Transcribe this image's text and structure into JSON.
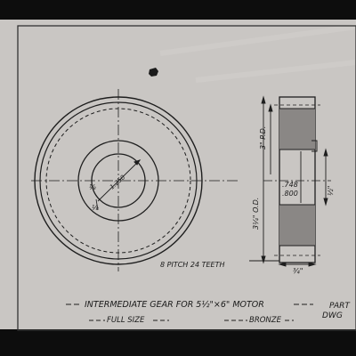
{
  "drawing": {
    "title": "INTERMEDIATE GEAR FOR 5½\"×6\" MOTOR",
    "scale": "FULL SIZE",
    "material": "BRONZE",
    "part_label": "PART",
    "dwg_label": "DWG",
    "gear_spec": "8 PITCH 24 TEETH",
    "dims": {
      "pitch_dia": "3\" P.D.",
      "outside_dia": "3¼\" O.D.",
      "bore_a": ".748",
      "bore_b": ".800",
      "half": "½\"",
      "face_width": "¾\"",
      "hub_dia": "1.250",
      "small_a": "⅛",
      "small_b": "⅛"
    }
  }
}
